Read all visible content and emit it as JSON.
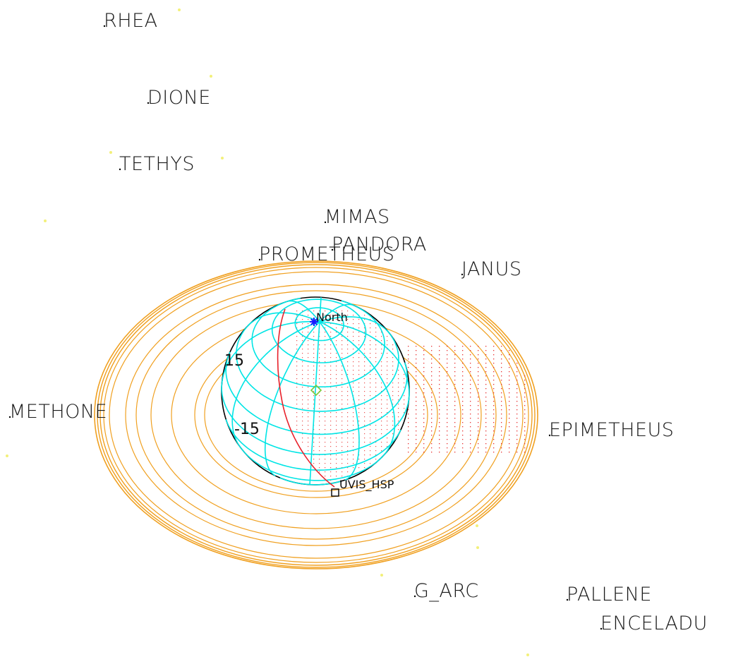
{
  "colors": {
    "background": "#ffffff",
    "ring": "#f0a020",
    "planet_outline": "#000000",
    "graticule": "#00e5e5",
    "terminator": "#e8202a",
    "shadow_dots": "#e83030",
    "north_marker": "#1a1aff",
    "subsolar_marker": "#7ec83a",
    "star": "#f2f07a",
    "text": "#1a1a1a"
  },
  "moons": [
    {
      "name": "RHEA",
      "label": "RHEA"
    },
    {
      "name": "DIONE",
      "label": "DIONE"
    },
    {
      "name": "TETHYS",
      "label": "TETHYS"
    },
    {
      "name": "MIMAS",
      "label": "MIMAS"
    },
    {
      "name": "PANDORA",
      "label": "PANDORA"
    },
    {
      "name": "PROMETHEUS",
      "label": "PROMETHEUS"
    },
    {
      "name": "JANUS",
      "label": "JANUS"
    },
    {
      "name": "METHONE",
      "label": "METHONE"
    },
    {
      "name": "EPIMETHEUS",
      "label": "EPIMETHEUS"
    },
    {
      "name": "G_ARC",
      "label": "G_ARC"
    },
    {
      "name": "PALLENE",
      "label": "PALLENE"
    },
    {
      "name": "ENCELADUS",
      "label": "ENCELADU"
    }
  ],
  "planet": {
    "north_label": "North",
    "lat_labels": [
      "15",
      "-15"
    ],
    "lat_lines_count": 6,
    "lon_lines_count": 12
  },
  "instrument": {
    "label": "UVIS_HSP"
  },
  "icons": {
    "north": "north-pole-star-icon",
    "subsolar": "subsolar-point-diamond-icon",
    "instrument": "instrument-aperture-square-icon"
  }
}
